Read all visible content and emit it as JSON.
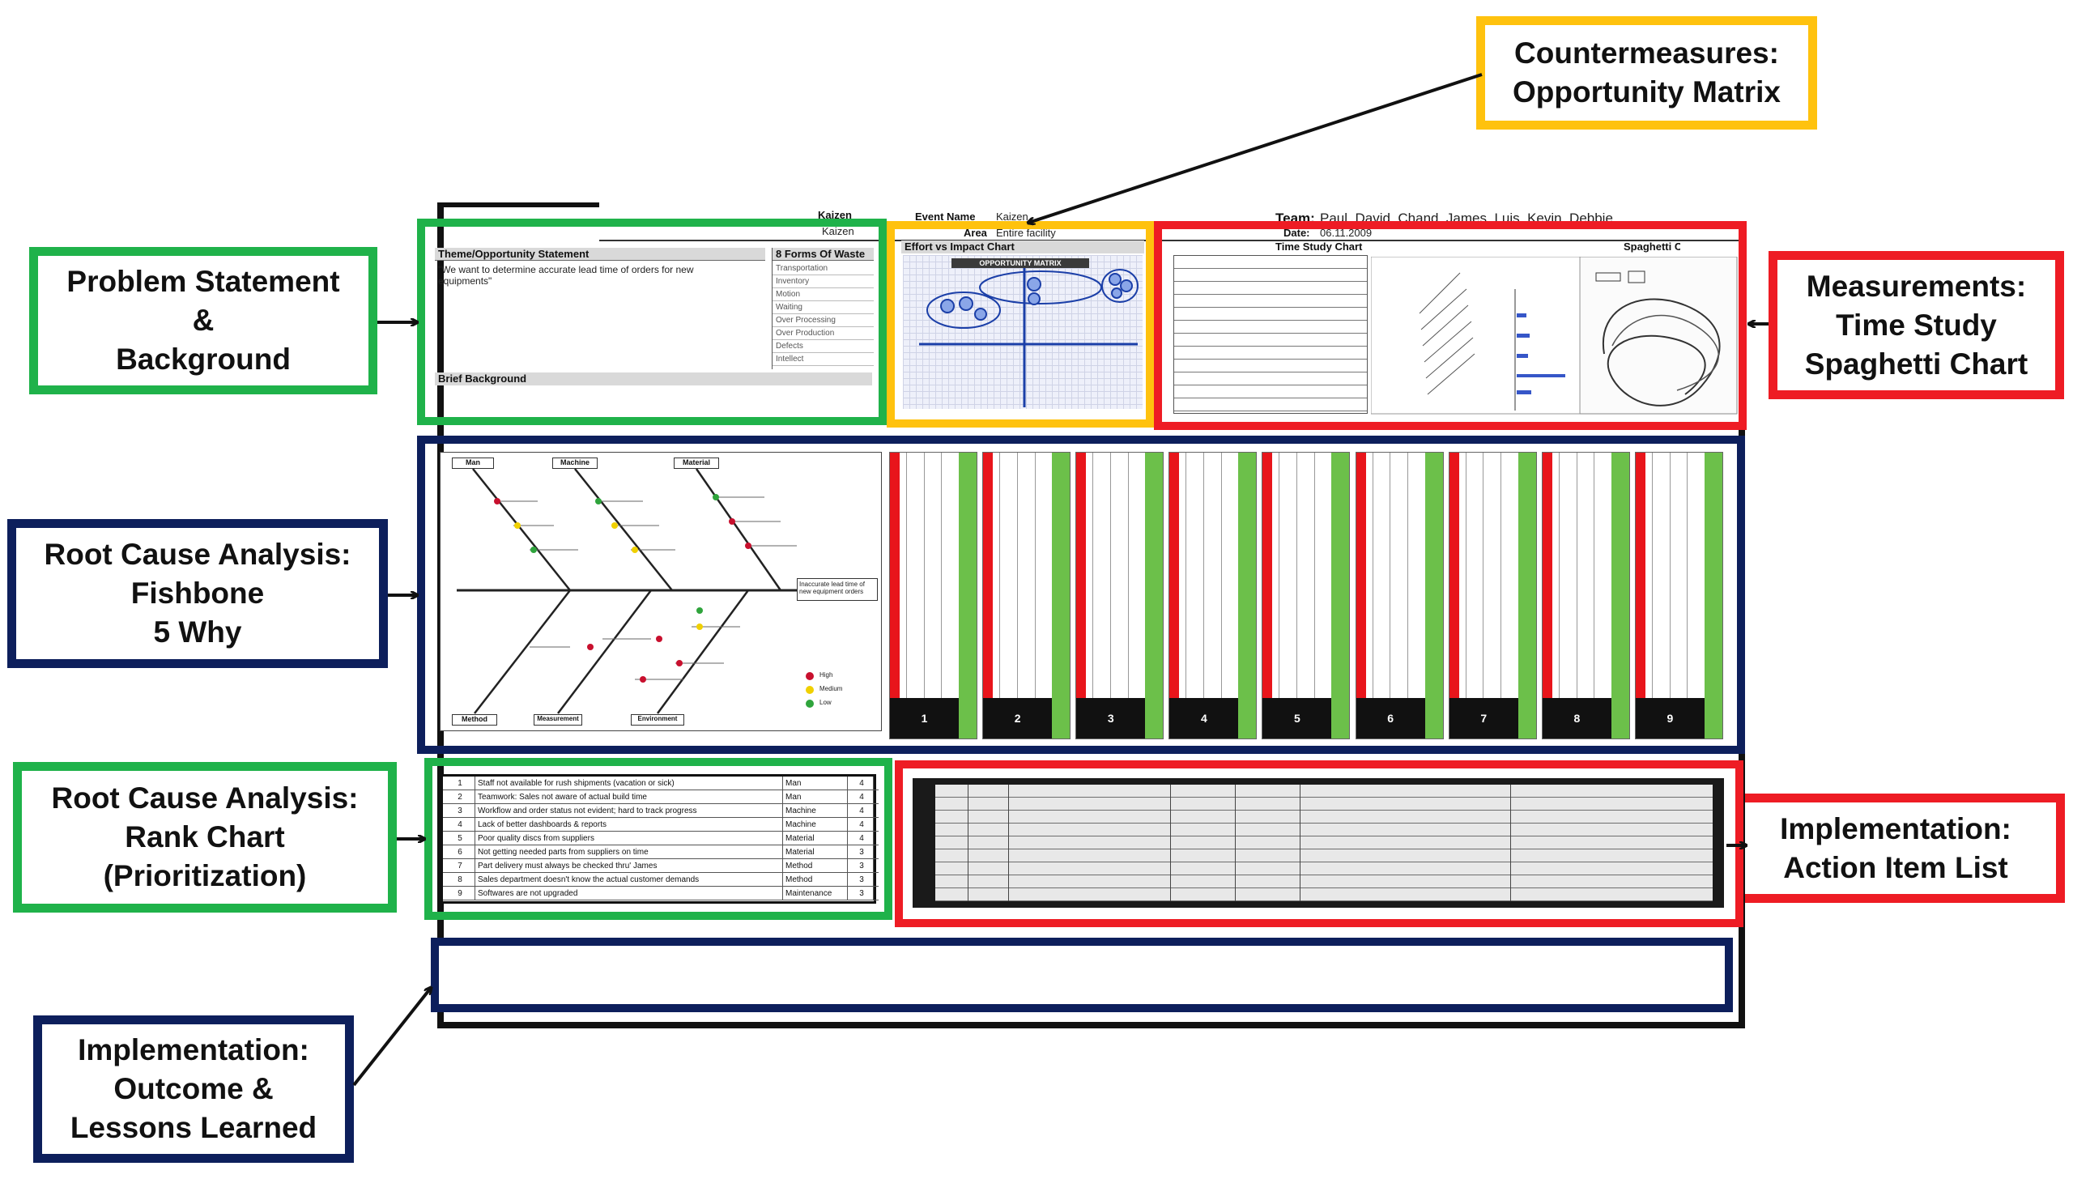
{
  "callouts": {
    "countermeasures": [
      "Countermeasures:",
      "Opportunity Matrix"
    ],
    "problem": [
      "Problem Statement",
      "&",
      "Background"
    ],
    "measurements": [
      "Measurements:",
      "Time Study",
      "Spaghetti Chart"
    ],
    "fishbone": [
      "Root Cause Analysis:",
      "Fishbone",
      "5 Why"
    ],
    "rank": [
      "Root Cause Analysis:",
      "Rank Chart",
      "(Prioritization)"
    ],
    "action": [
      "Implementation:",
      "Action Item List"
    ],
    "outcome": [
      "Implementation:",
      "Outcome &",
      "Lessons Learned"
    ]
  },
  "sheet": {
    "kaizen_label": "Kaizen",
    "kaizen_value": "Kaizen",
    "event_name_label": "Event Name",
    "event_name_value": "Kaizen",
    "area_label": "Area",
    "area_value": "Entire facility",
    "team_label": "Team:",
    "team_value": "Paul, David, Chand, James, Luis, Kevin, Debbie",
    "date_label": "Date:",
    "date_value": "06.11.2009",
    "theme_header": "Theme/Opportunity Statement",
    "theme_text": "\"We want to determine accurate lead time of orders for new equipments\"",
    "forms_header": "8 Forms Of Waste",
    "wastes": [
      "Transportation",
      "Inventory",
      "Motion",
      "Waiting",
      "Over Processing",
      "Over Production",
      "Defects",
      "Intellect"
    ],
    "brief_background": "Brief Background",
    "impact_header": "Effort vs Impact Chart",
    "matrix_title": "OPPORTUNITY MATRIX",
    "time_study_header": "Time Study Chart",
    "spaghetti_header": "Spaghetti Chart",
    "fishbone_categories_top": [
      "Man",
      "Machine",
      "Material"
    ],
    "fishbone_categories_bottom": [
      "Method",
      "Measurement",
      "Environment"
    ],
    "fishbone_effect": "Inaccurate lead time of new equipment orders",
    "priority_key": [
      "High",
      "Medium",
      "Low"
    ],
    "why_numbers": [
      "1",
      "2",
      "3",
      "4",
      "5",
      "6",
      "7",
      "8",
      "9"
    ]
  },
  "rank_chart": {
    "rows": [
      {
        "rank": "1",
        "cause": "Staff not available for rush shipments (vacation or sick)",
        "category": "Man",
        "score": "4"
      },
      {
        "rank": "2",
        "cause": "Teamwork: Sales not aware of actual build time",
        "category": "Man",
        "score": "4"
      },
      {
        "rank": "3",
        "cause": "Workflow and order status not evident; hard to track progress",
        "category": "Machine",
        "score": "4"
      },
      {
        "rank": "4",
        "cause": "Lack of better dashboards & reports",
        "category": "Machine",
        "score": "4"
      },
      {
        "rank": "5",
        "cause": "Poor quality discs from suppliers",
        "category": "Material",
        "score": "4"
      },
      {
        "rank": "6",
        "cause": "Not getting needed parts from suppliers on time",
        "category": "Material",
        "score": "3"
      },
      {
        "rank": "7",
        "cause": "Part delivery must always be checked thru' James",
        "category": "Method",
        "score": "3"
      },
      {
        "rank": "8",
        "cause": "Sales department doesn't know the actual customer demands",
        "category": "Method",
        "score": "3"
      },
      {
        "rank": "9",
        "cause": "Softwares are not upgraded",
        "category": "Maintenance",
        "score": "3"
      }
    ]
  },
  "colors": {
    "green": "#1fb24a",
    "navy": "#0d1f5c",
    "red": "#ee1c24",
    "gold": "#ffc20e"
  }
}
